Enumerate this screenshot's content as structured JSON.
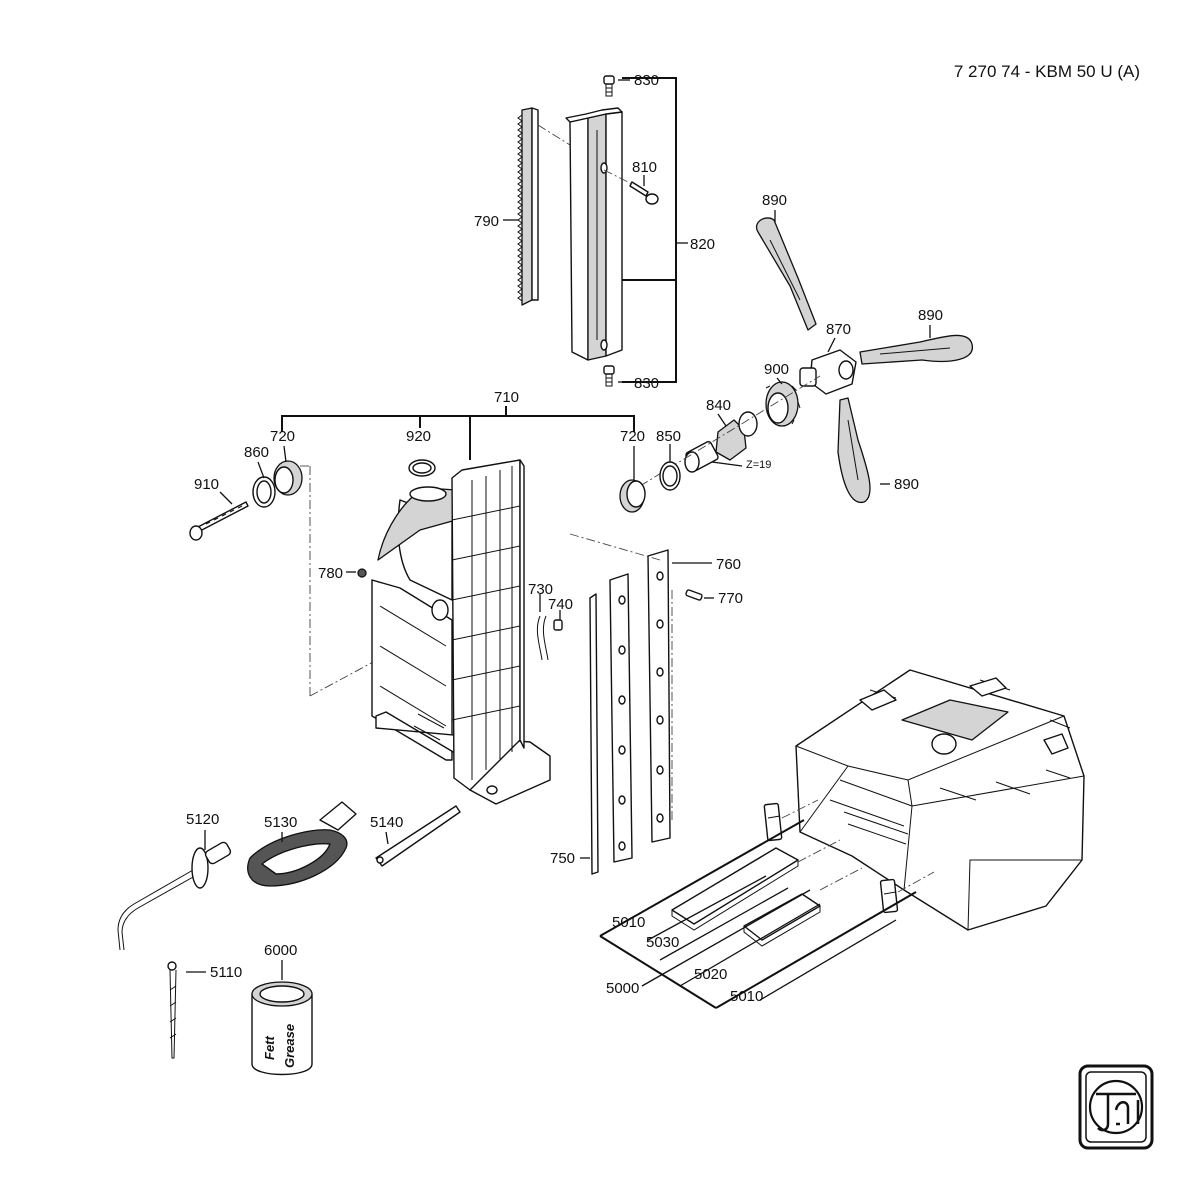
{
  "title": "7 270 74 - KBM 50 U (A)",
  "logo_text": "fein",
  "can_labels": [
    "Fett",
    "Grease"
  ],
  "gear_note": "Z=19",
  "parts": [
    {
      "id": "p830a",
      "text": "830"
    },
    {
      "id": "p810",
      "text": "810"
    },
    {
      "id": "p790",
      "text": "790"
    },
    {
      "id": "p820",
      "text": "820"
    },
    {
      "id": "p830b",
      "text": "830"
    },
    {
      "id": "p890a",
      "text": "890"
    },
    {
      "id": "p870",
      "text": "870"
    },
    {
      "id": "p890b",
      "text": "890"
    },
    {
      "id": "p900",
      "text": "900"
    },
    {
      "id": "p840",
      "text": "840"
    },
    {
      "id": "p890c",
      "text": "890"
    },
    {
      "id": "p710",
      "text": "710"
    },
    {
      "id": "p720a",
      "text": "720"
    },
    {
      "id": "p860",
      "text": "860"
    },
    {
      "id": "p920",
      "text": "920"
    },
    {
      "id": "p720b",
      "text": "720"
    },
    {
      "id": "p850",
      "text": "850"
    },
    {
      "id": "p910",
      "text": "910"
    },
    {
      "id": "p780",
      "text": "780"
    },
    {
      "id": "p730",
      "text": "730"
    },
    {
      "id": "p740",
      "text": "740"
    },
    {
      "id": "p760",
      "text": "760"
    },
    {
      "id": "p770",
      "text": "770"
    },
    {
      "id": "p750",
      "text": "750"
    },
    {
      "id": "p5120",
      "text": "5120"
    },
    {
      "id": "p5130",
      "text": "5130"
    },
    {
      "id": "p5140",
      "text": "5140"
    },
    {
      "id": "p6000",
      "text": "6000"
    },
    {
      "id": "p5110",
      "text": "5110"
    },
    {
      "id": "p5010a",
      "text": "5010"
    },
    {
      "id": "p5030",
      "text": "5030"
    },
    {
      "id": "p5000",
      "text": "5000"
    },
    {
      "id": "p5020",
      "text": "5020"
    },
    {
      "id": "p5010b",
      "text": "5010"
    }
  ]
}
